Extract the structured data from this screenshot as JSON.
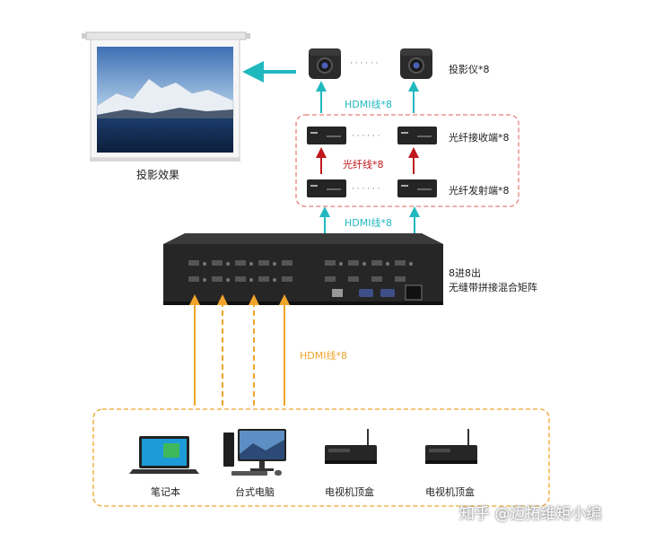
{
  "projection_label": "投影效果",
  "projector_label": "投影仪*8",
  "fiber_receiver_label": "光纤接收端*8",
  "fiber_transmitter_label": "光纤发射端*8",
  "fiber_cable_label": "光纤线*8",
  "hdmi_top_label": "HDMI线*8",
  "hdmi_mid_label": "HDMI线*8",
  "hdmi_bottom_label": "HDMI线*8",
  "matrix_label_line1": "8进8出",
  "matrix_label_line2": "无缝带拼接混合矩阵",
  "ellipsis": "· · · · · ·",
  "sources": [
    {
      "label": "笔记本"
    },
    {
      "label": "台式电脑"
    },
    {
      "label": "电视机顶盒"
    },
    {
      "label": "电视机顶盒"
    }
  ],
  "watermark": "知乎 @迈拓维矩小编",
  "colors": {
    "hdmi_cyan": "#20b8bf",
    "fiber_red": "#c0171c",
    "hdmi_orange": "#f0a42a",
    "dashed_red": "#e8817a"
  }
}
